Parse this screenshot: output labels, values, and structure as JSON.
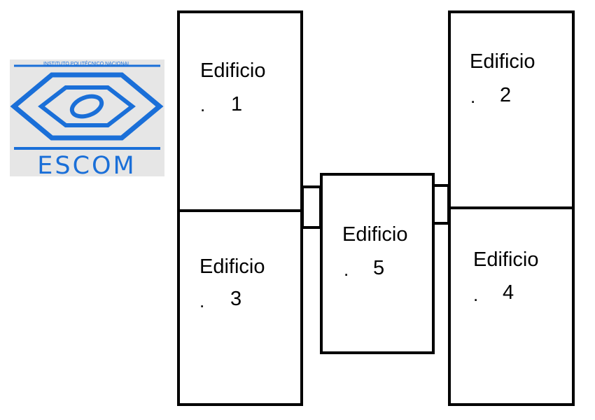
{
  "logo": {
    "top_text": "INSTITUTO POLITÉCNICO NACIONAL",
    "name": "ESCOM",
    "color": "#1a6fd8",
    "background": "#e6e6e6"
  },
  "buildings": [
    {
      "id": "1",
      "label": "Edificio",
      "dot": ".",
      "number": "1"
    },
    {
      "id": "2",
      "label": "Edificio",
      "dot": ".",
      "number": "2"
    },
    {
      "id": "3",
      "label": "Edificio",
      "dot": ".",
      "number": "3"
    },
    {
      "id": "4",
      "label": "Edificio",
      "dot": ".",
      "number": "4"
    },
    {
      "id": "5",
      "label": "Edificio",
      "dot": ".",
      "number": "5"
    }
  ]
}
